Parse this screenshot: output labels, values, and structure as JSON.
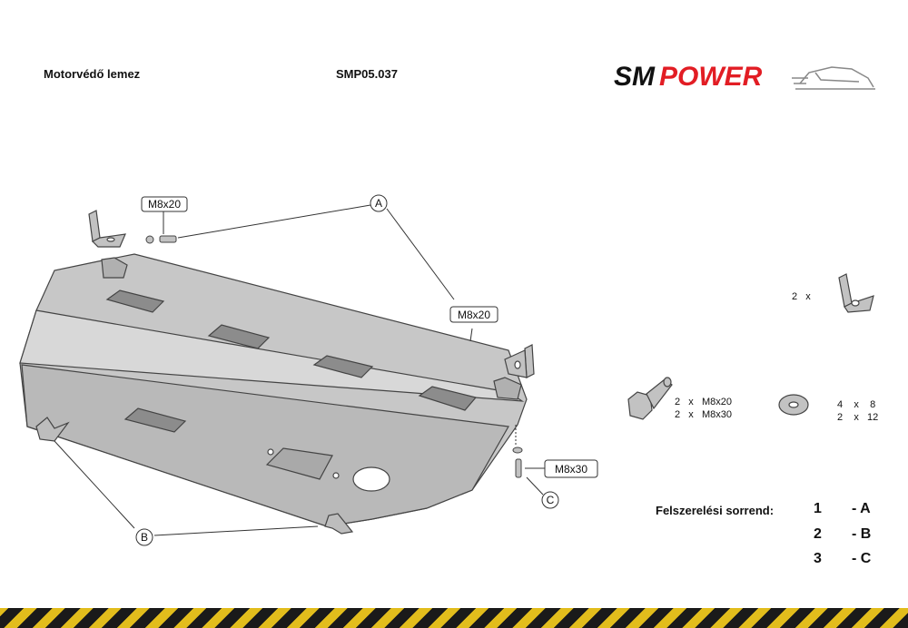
{
  "header": {
    "title": "Motorvédő lemez",
    "code": "SMP05.037",
    "brand_sm": "SM",
    "brand_power": "POWER"
  },
  "colors": {
    "brand_dark": "#111111",
    "brand_red": "#e21d24",
    "plate": "#c7c7c7",
    "plate_shadow": "#9a9a9a",
    "stripe_yellow": "#e2bd1c",
    "stripe_black": "#1a1a1a"
  },
  "callouts": {
    "a": "A",
    "b": "B",
    "c": "C",
    "bolt_top": "M8x20",
    "bolt_right": "M8x20",
    "bolt_bottom": "M8x30"
  },
  "parts": {
    "bracket_qty": "2   x",
    "bolt_lines": [
      "2   x   M8x20",
      "2   x   M8x30"
    ],
    "washer_lines": [
      "4    x    8",
      "2    x   12"
    ]
  },
  "sequence": {
    "label": "Felszerelési sorrend:",
    "steps": [
      {
        "num": "1",
        "letter": "- A"
      },
      {
        "num": "2",
        "letter": "- B"
      },
      {
        "num": "3",
        "letter": "- C"
      }
    ]
  }
}
